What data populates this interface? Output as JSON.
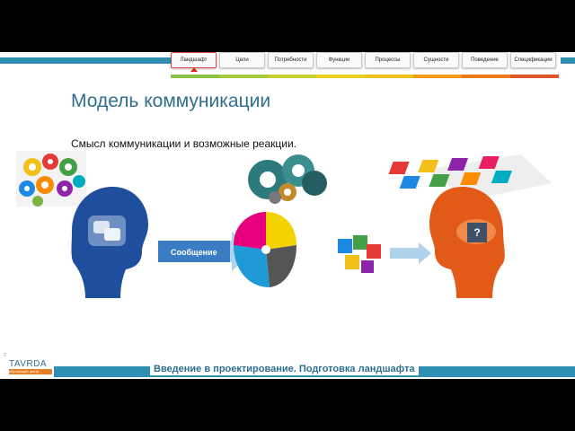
{
  "nav": {
    "tabs": [
      {
        "label": "Ландшафт",
        "active": true
      },
      {
        "label": "Цели"
      },
      {
        "label": "Потребности"
      },
      {
        "label": "Функции"
      },
      {
        "label": "Процессы"
      },
      {
        "label": "Сущности"
      },
      {
        "label": "Поведение"
      },
      {
        "label": "Спецификации"
      }
    ],
    "strip_colors": [
      "#8bc34a",
      "#a5c93a",
      "#c8cf2c",
      "#e6d21f",
      "#f2c01b",
      "#f29c1a",
      "#ee7a1c",
      "#e0542a"
    ]
  },
  "slide": {
    "title": "Модель коммуникации",
    "subtitle": "Смысл коммуникации и возможные реакции.",
    "message_label": "Сообщение",
    "question_mark": "?",
    "footer": "Введение в проектирование. Подготовка ландшафта",
    "logo_text": "TAVRDA",
    "logo_sub": "обучающий центр",
    "page_number": "2"
  },
  "colors": {
    "accent": "#2e8fb3",
    "sender_head": "#1f4e9c",
    "receiver_head": "#e25a17",
    "arrow": "#aed3ea"
  },
  "icons": [
    "speech-bubbles-icon",
    "question-icon",
    "gears-icon",
    "puzzle-icon",
    "head-icon"
  ]
}
